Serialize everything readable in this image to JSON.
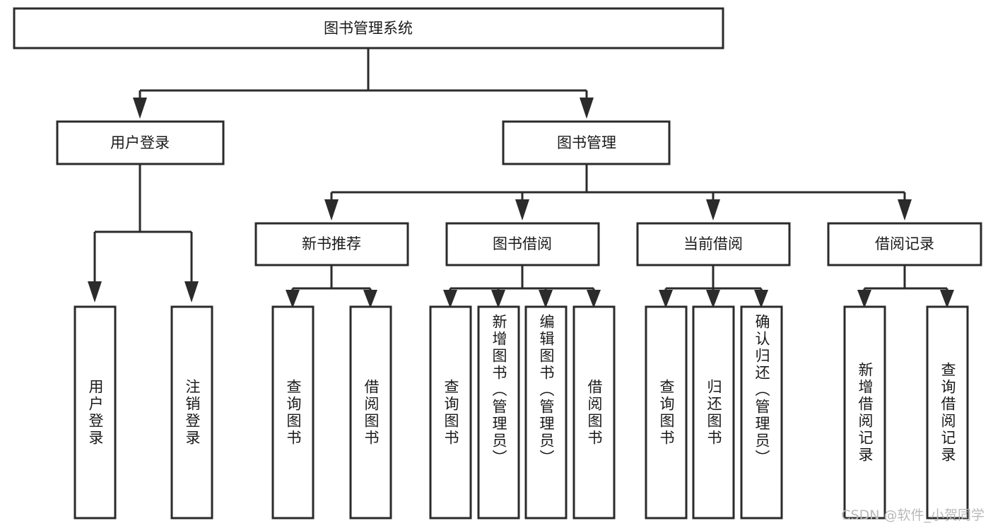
{
  "diagram": {
    "title": "图书管理系统",
    "type": "tree-hierarchy-diagram",
    "colors": {
      "box_stroke": "#2b2b2b",
      "box_fill": "#ffffff",
      "text": "#1a1a1a",
      "background": "#ffffff",
      "watermark": "#b9b9b9"
    },
    "root": {
      "id": "root",
      "label": "图书管理系统",
      "orientation": "horizontal"
    },
    "level2": [
      {
        "id": "user-login",
        "label": "用户登录",
        "orientation": "horizontal"
      },
      {
        "id": "book-management",
        "label": "图书管理",
        "orientation": "horizontal"
      }
    ],
    "level3": [
      {
        "id": "new-book-recommend",
        "label": "新书推荐",
        "orientation": "horizontal",
        "parent": "book-management"
      },
      {
        "id": "book-borrow",
        "label": "图书借阅",
        "orientation": "horizontal",
        "parent": "book-management"
      },
      {
        "id": "current-borrow",
        "label": "当前借阅",
        "orientation": "horizontal",
        "parent": "book-management"
      },
      {
        "id": "borrow-record",
        "label": "借阅记录",
        "orientation": "horizontal",
        "parent": "book-management"
      }
    ],
    "leaves": {
      "user-login": [
        {
          "id": "leaf-user-login",
          "label": "用户登录",
          "orientation": "vertical"
        },
        {
          "id": "leaf-logout-login",
          "label": "注销登录",
          "orientation": "vertical"
        }
      ],
      "new-book-recommend": [
        {
          "id": "leaf-query-book-1",
          "label": "查询图书",
          "orientation": "vertical"
        },
        {
          "id": "leaf-borrow-book-1",
          "label": "借阅图书",
          "orientation": "vertical"
        }
      ],
      "book-borrow": [
        {
          "id": "leaf-query-book-2",
          "label": "查询图书",
          "orientation": "vertical"
        },
        {
          "id": "leaf-add-book-admin",
          "label": "新增图书（管理员）",
          "orientation": "vertical"
        },
        {
          "id": "leaf-edit-book-admin",
          "label": "编辑图书（管理员）",
          "orientation": "vertical"
        },
        {
          "id": "leaf-borrow-book-2",
          "label": "借阅图书",
          "orientation": "vertical"
        }
      ],
      "current-borrow": [
        {
          "id": "leaf-query-book-3",
          "label": "查询图书",
          "orientation": "vertical"
        },
        {
          "id": "leaf-return-book",
          "label": "归还图书",
          "orientation": "vertical"
        },
        {
          "id": "leaf-confirm-return-admin",
          "label": "确认归还（管理员）",
          "orientation": "vertical"
        }
      ],
      "borrow-record": [
        {
          "id": "leaf-add-borrow-record",
          "label": "新增借阅记录",
          "orientation": "vertical"
        },
        {
          "id": "leaf-query-borrow-record",
          "label": "查询借阅记录",
          "orientation": "vertical"
        }
      ]
    }
  },
  "watermark": {
    "text": "CSDN @软件_小贺同学"
  }
}
